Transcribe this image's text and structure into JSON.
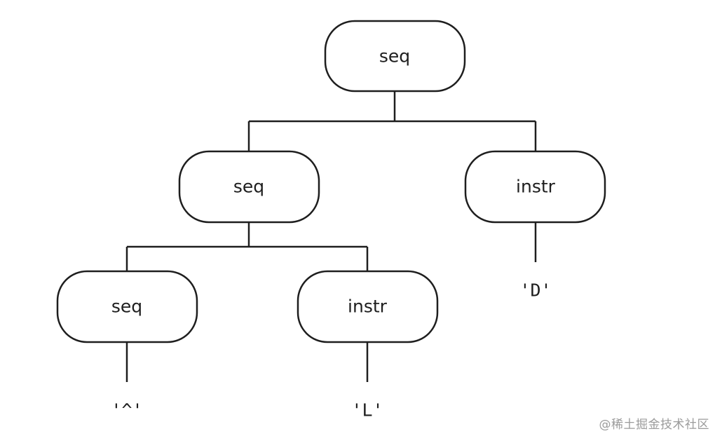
{
  "diagram": {
    "nodes": {
      "root": "seq",
      "seq_mid": "seq",
      "instr_right": "instr",
      "seq_bottom_left": "seq",
      "instr_bottom": "instr"
    },
    "leaves": {
      "caret": "'^'",
      "L": "'L'",
      "D": "'D'"
    }
  },
  "watermark": "@稀土掘金技术社区",
  "colors": {
    "stroke": "#1e1e1e",
    "background": "#ffffff",
    "watermark": "#9b9b9b"
  }
}
